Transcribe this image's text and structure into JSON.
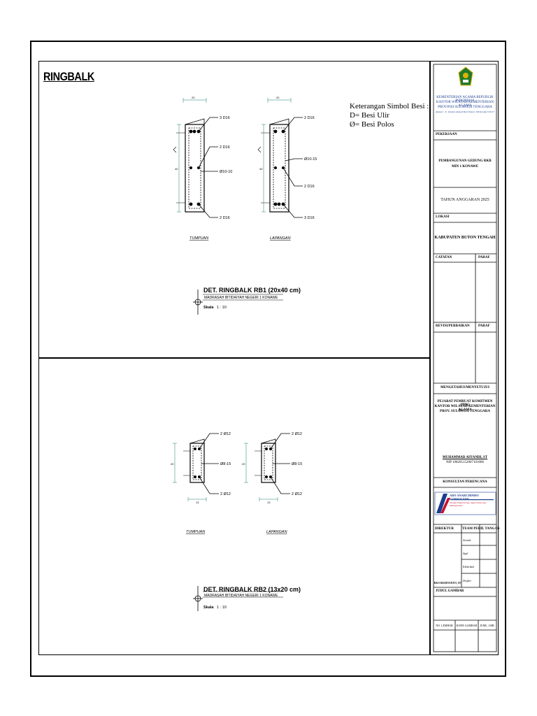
{
  "title": "RINGBALK",
  "legend": {
    "heading": "Keterangan Simbol Besi :",
    "line1": "D= Besi Ulir",
    "line2": "Ø= Besi Polos"
  },
  "rb1": {
    "tumpuan": {
      "top": "3 D16",
      "mid": "2 D16",
      "stirrup": "Ø10-10",
      "bottom": "2 D16",
      "dim_w": "20",
      "dim_h": "40"
    },
    "lapangan": {
      "top": "2 D16",
      "mid": "2 D16",
      "stirrup": "Ø10-15",
      "bottom": "3 D16",
      "dim_w": "20",
      "dim_h": "40"
    },
    "label_tumpuan": "TUMPUAN",
    "label_lapangan": "LAPANGAN",
    "detail_title": "DET. RINGBALK  RB1  (20x40 cm)",
    "detail_sub": "MADRASAH IBTIDAIYAH NEGERI 1 KONAWE",
    "scale_label": "Skala",
    "scale_value": "1 : 10"
  },
  "rb2": {
    "tumpuan": {
      "top": "2 Ø12",
      "stirrup": "Ø8-15",
      "bottom": "2 Ø12",
      "dim_w": "13",
      "dim_h": "20"
    },
    "lapangan": {
      "top": "2 Ø12",
      "stirrup": "Ø8-15",
      "bottom": "2 Ø12",
      "dim_w": "13",
      "dim_h": "20"
    },
    "label_tumpuan": "TUMPUAN",
    "label_lapangan": "LAPANGAN",
    "detail_title": "DET. RINGBALK  RB2  (13x20 cm)",
    "detail_sub": "MADRASAH IBTIDAIYAH NEGERI 1 KONAWE",
    "scale_label": "Skala",
    "scale_value": "1 : 10"
  },
  "title_block": {
    "agency_line1": "KEMENTERIAN AGAMA REPUBLIK INDONESIA",
    "agency_line2": "KANTOR WILAYAH KEMENTERIAN AGAMA",
    "agency_line3": "PROVINSI SULAWESI TENGGARA",
    "agency_address": "Alamat : Jl. Jendral Ahmad Yani Nomor 106 Kendari 93117",
    "pekerjaan_label": "PEKERJAAN",
    "pekerjaan_value1": "PEMBANGUNAN GEDUNG RKB",
    "pekerjaan_value2": "MIN 1 KONAWE",
    "tahun": "TAHUN ANGGARAN 2025",
    "lokasi_label": "LOKASI",
    "lokasi_value": "KABUPATEN BUTON TENGAH",
    "catatan_label": "CATATAN",
    "paraf_label": "PARAF",
    "revisi_label": "REVISI/PERBAIKAN",
    "paraf2_label": "PARAF",
    "mengetahui_label": "MENGETAHUI/MENYETUJUI",
    "ppk_line1": "PEJABAT PEMBUAT KOMITMEN (PPK)",
    "ppk_line2": "KANTOR WILAYAH KEMENTERIAN AGAMA",
    "ppk_line3": "PROV. SULAWESI TENGGARA",
    "ppk_name": "MUHAMMAD AFFANDI, ST",
    "ppk_nip": "NIP 198205152007101006",
    "konsultan_label": "KONSULTAN PERENCANA",
    "konsultan_name": "ARY ANARCHINDO CONSULTAN",
    "konsultan_tagline": "Design Engineering, Supervision dan Management",
    "direktur_label": "DIREKTUR",
    "team_label": "TEAM PERC.",
    "ttangan_label": "T. TANGAN",
    "team_roles": [
      "Arsitek",
      "Sipil",
      "Elektrikal",
      "Drafter"
    ],
    "direktur_name": "EKO BUDIYANTO, ST",
    "judul_label": "JUDUL GAMBAR",
    "no_lembar": "NO. LEMBAR",
    "kode_gambar": "KODE GAMBAR",
    "jumlah": "JUML. LBR."
  },
  "colors": {
    "line": "#000000",
    "banner_blue": "#1a3d8f",
    "banner_red": "#c8102e",
    "logo_green": "#1f7a2e",
    "logo_gold": "#e0b100"
  }
}
